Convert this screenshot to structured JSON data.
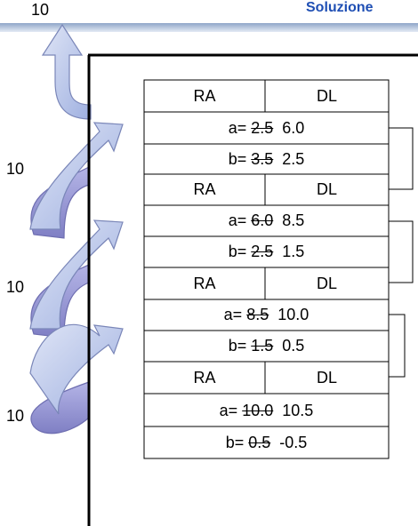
{
  "header": {
    "title": "Soluzione"
  },
  "stack_labels": [
    "10",
    "10",
    "10",
    "10"
  ],
  "frames": [
    {
      "ra": "RA",
      "dl": "DL",
      "a": {
        "label": "a=",
        "old": "2.5",
        "new": "6.0"
      },
      "b": {
        "label": "b=",
        "old": "3.5",
        "new": "2.5"
      }
    },
    {
      "ra": "RA",
      "dl": "DL",
      "a": {
        "label": "a=",
        "old": "6.0",
        "new": "8.5"
      },
      "b": {
        "label": "b=",
        "old": "2.5",
        "new": "1.5"
      }
    },
    {
      "ra": "RA",
      "dl": "DL",
      "a": {
        "label": "a=",
        "old": "8.5",
        "new": "10.0"
      },
      "b": {
        "label": "b=",
        "old": "1.5",
        "new": "0.5"
      }
    },
    {
      "ra": "RA",
      "dl": "DL",
      "a": {
        "label": "a=",
        "old": "10.0",
        "new": "10.5"
      },
      "b": {
        "label": "b=",
        "old": "0.5",
        "new": "-0.5"
      }
    }
  ],
  "colors": {
    "title": "#1f4fb4",
    "arrow_light": "#c7d2ee",
    "arrow_dark": "#8c8cd0",
    "border": "#000000"
  }
}
